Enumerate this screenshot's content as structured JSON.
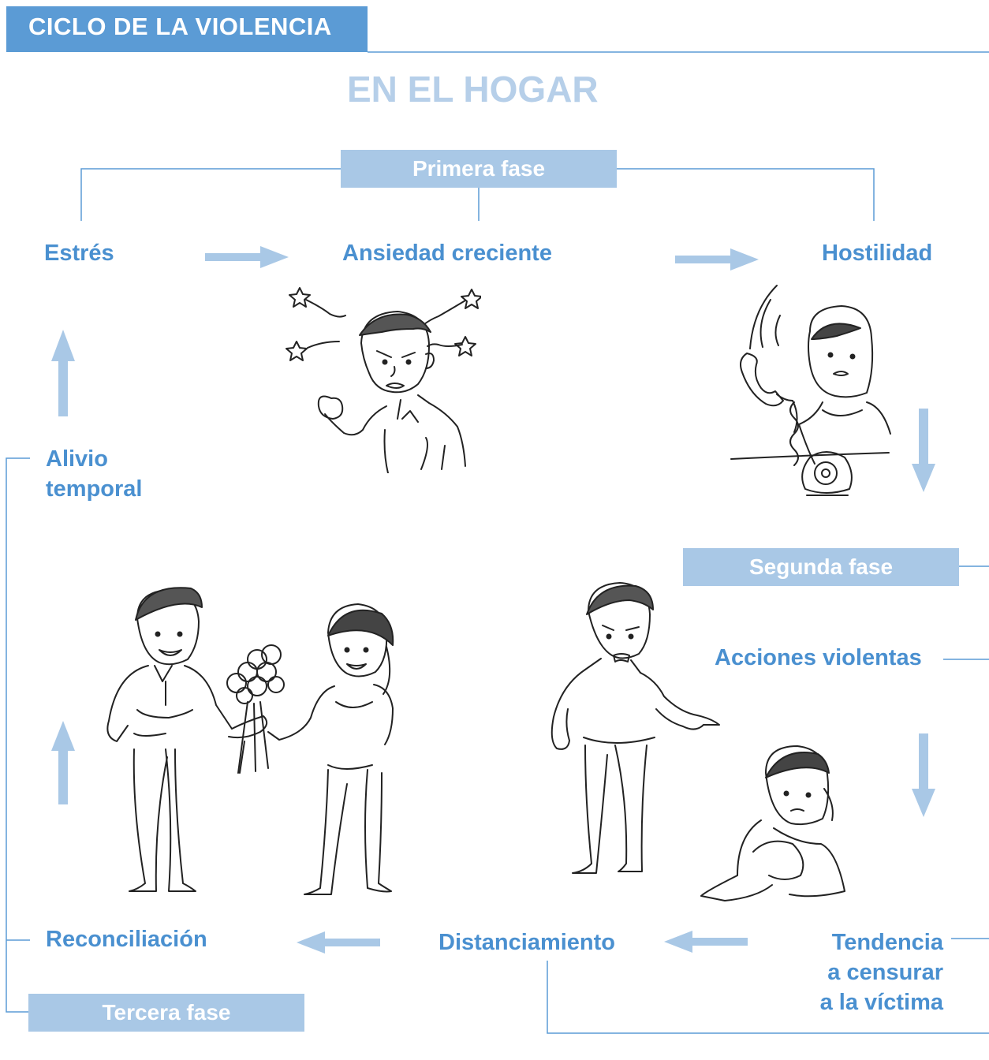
{
  "header": {
    "title": "CICLO DE LA VIOLENCIA",
    "subtitle": "EN EL HOGAR"
  },
  "phases": {
    "first": "Primera fase",
    "second": "Segunda fase",
    "third": "Tercera fase"
  },
  "steps": {
    "stress": "Estrés",
    "anxiety": "Ansiedad creciente",
    "hostility": "Hostilidad",
    "violent_actions": "Acciones violentas",
    "blame_victim": [
      "Tendencia",
      "a censurar",
      "a la víctima"
    ],
    "distancing": "Distanciamiento",
    "reconciliation": "Reconciliación",
    "relief": [
      "Alivio",
      "temporal"
    ]
  },
  "colors": {
    "header_bg": "#5b9bd5",
    "phase_box": "#a9c8e6",
    "label_text": "#4a90d0",
    "subtitle_text": "#b6cfe9",
    "arrow": "#a9c8e6",
    "connector_line": "#5b9bd5"
  },
  "illustrations": [
    "angry-man-illustration",
    "woman-on-phone-illustration",
    "man-scolding-illustration",
    "sad-woman-sitting-illustration",
    "couple-with-flowers-illustration"
  ]
}
